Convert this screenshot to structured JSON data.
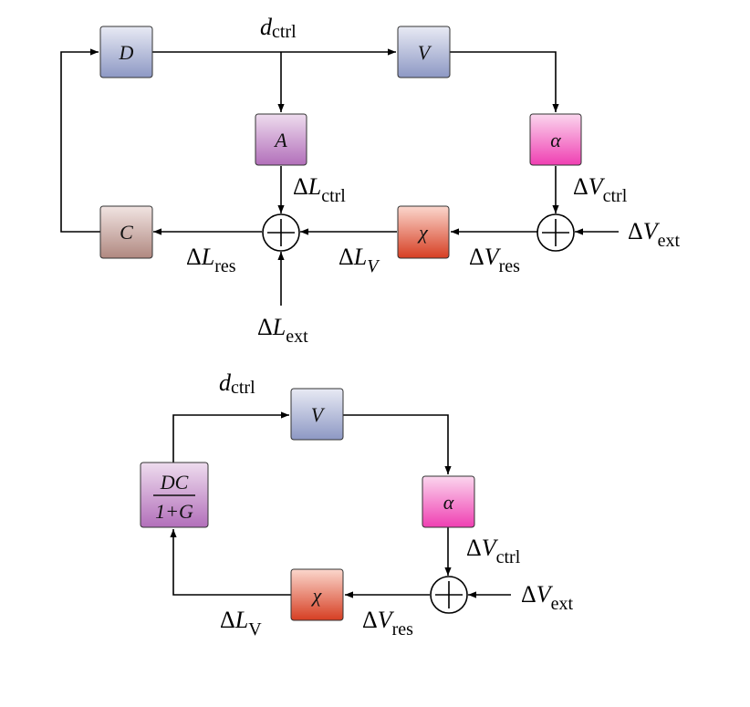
{
  "colors": {
    "blue_box": "#8f9bc6",
    "purple_box": "#b978c0",
    "pink_box": "#f24db8",
    "brown_box": "#b48c86",
    "red_box": "#d9452a",
    "line": "#000000"
  },
  "top_diagram": {
    "blocks": {
      "D": "D",
      "V": "V",
      "A": "A",
      "alpha": "α",
      "C": "C",
      "chi": "χ"
    },
    "summing_junctions": [
      "sum-left",
      "sum-right"
    ],
    "labels": {
      "d_ctrl": {
        "main": "d",
        "sub": "ctrl"
      },
      "dL_ctrl": {
        "delta": "Δ",
        "main": "L",
        "sub": "ctrl"
      },
      "dV_ctrl": {
        "delta": "Δ",
        "main": "V",
        "sub": "ctrl"
      },
      "dV_ext": {
        "delta": "Δ",
        "main": "V",
        "sub": "ext"
      },
      "dV_res": {
        "delta": "Δ",
        "main": "V",
        "sub": "res"
      },
      "dL_V": {
        "delta": "Δ",
        "main": "L",
        "sub": "V"
      },
      "dL_res": {
        "delta": "Δ",
        "main": "L",
        "sub": "res"
      },
      "dL_ext": {
        "delta": "Δ",
        "main": "L",
        "sub": "ext"
      }
    }
  },
  "bottom_diagram": {
    "blocks": {
      "V": "V",
      "alpha": "α",
      "chi": "χ",
      "frac_num": "DC",
      "frac_den": "1+G"
    },
    "labels": {
      "d_ctrl": {
        "main": "d",
        "sub": "ctrl"
      },
      "dV_ctrl": {
        "delta": "Δ",
        "main": "V",
        "sub": "ctrl"
      },
      "dV_ext": {
        "delta": "Δ",
        "main": "V",
        "sub": "ext"
      },
      "dV_res": {
        "delta": "Δ",
        "main": "V",
        "sub": "res"
      },
      "dL_V": {
        "delta": "Δ",
        "main": "L",
        "sub": "V"
      }
    }
  }
}
